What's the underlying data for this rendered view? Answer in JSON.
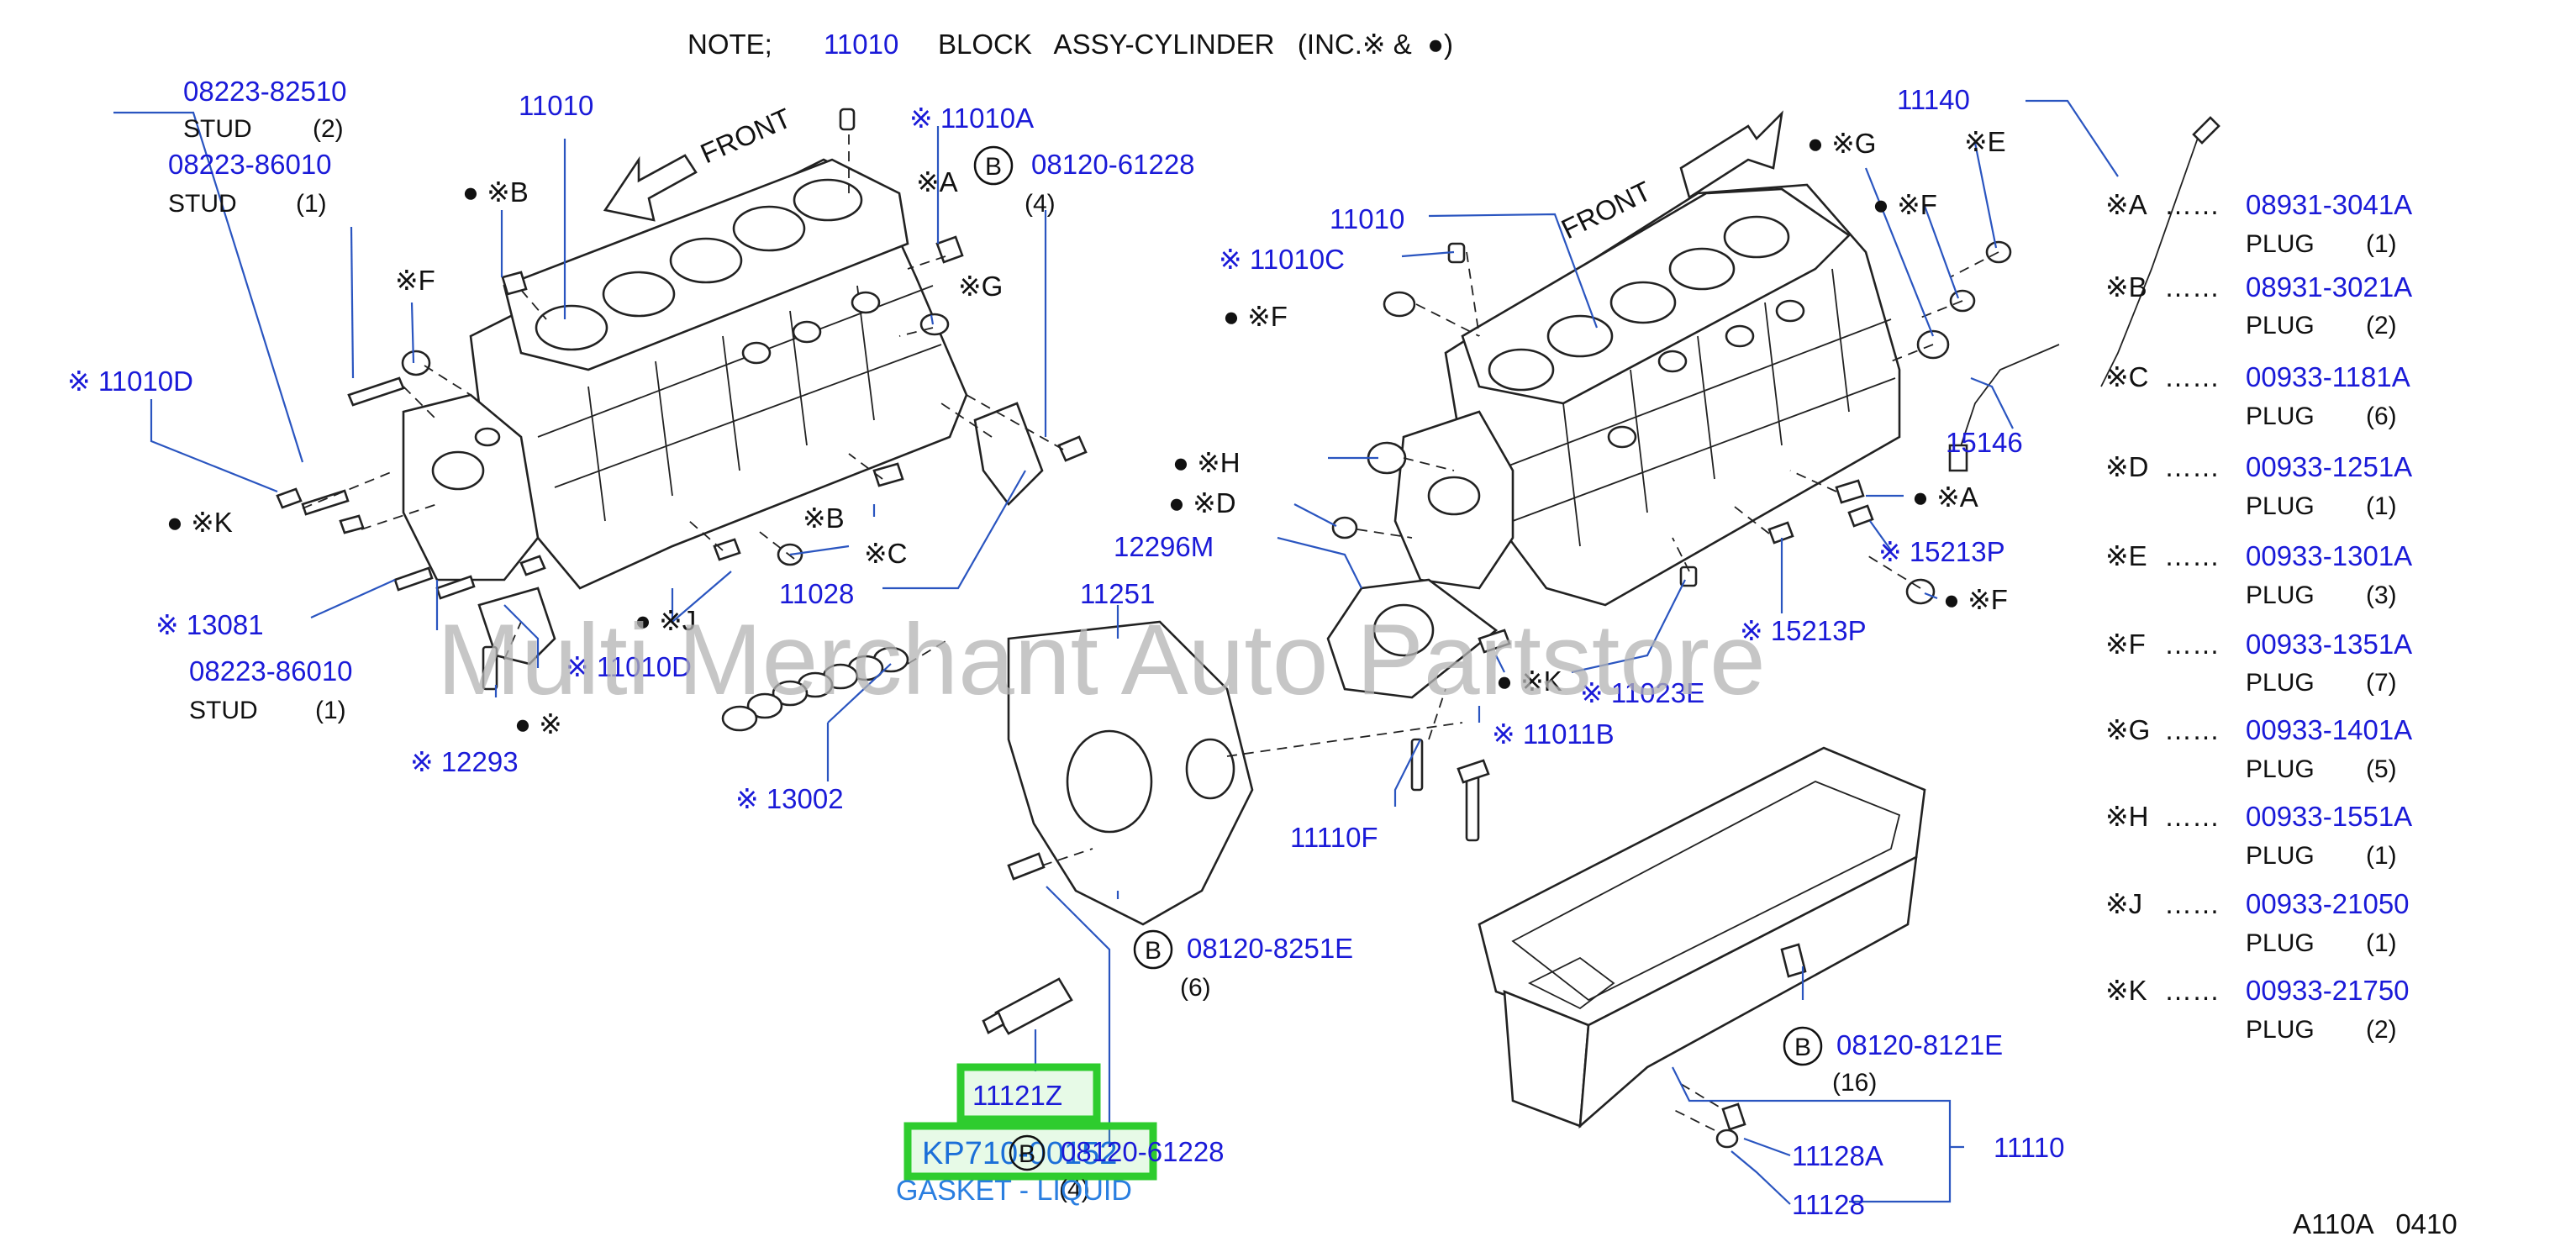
{
  "note": {
    "prefix": "NOTE;",
    "part": "11010",
    "desc": "BLOCK   ASSY-CYLINDER   (INC.※ &  ●)"
  },
  "front_labels": [
    "FRONT",
    "FRONT"
  ],
  "callouts": {
    "c1": "08223-82510",
    "c1s": "STUD",
    "c1q": "(2)",
    "c2": "08223-86010",
    "c2s": "STUD",
    "c2q": "(1)",
    "c3": "11010",
    "c4": "※ 11010A",
    "c5b": "B",
    "c5": "08120-61228",
    "c5q": "(4)",
    "c6": "● ※B",
    "c7": "※A",
    "c8": "※F",
    "c9": "※G",
    "c10": "※ 11010D",
    "c11": "● ※K",
    "c12": "※B",
    "c13": "※C",
    "c14": "11028",
    "c15": "※ 13081",
    "c16": "● ※J",
    "c17": "08223-86010",
    "c17s": "STUD",
    "c17q": "(1)",
    "c18": "※ 11010D",
    "c19": "● ※",
    "c20": "※ 12293",
    "c21": "※ 13002",
    "c22": "11251",
    "c23b": "B",
    "c23": "08120-8251E",
    "c23q": "(6)",
    "c24": "11121Z",
    "c25": "KP710-00152",
    "c25b": "B",
    "c25p": "08120-61228",
    "c25q": "(4)",
    "c25d": "GASKET - LIQUID",
    "c26": "11010",
    "c27": "※ 11010C",
    "c28": "● ※F",
    "c29": "● ※H",
    "c30": "● ※D",
    "c31": "12296M",
    "c32": "● ※G",
    "c33": "● ※F",
    "c34": "※E",
    "c35": "11140",
    "c36": "15146",
    "c37": "● ※A",
    "c38": "※ 15213P",
    "c39": "● ※F",
    "c40": "※ 15213P",
    "c41": "● ※K",
    "c42": "※ 11023E",
    "c43": "※ 11011B",
    "c44": "11110F",
    "c45b": "B",
    "c45": "08120-8121E",
    "c45q": "(16)",
    "c46": "11128A",
    "c47": "11110",
    "c48": "11128"
  },
  "legend": [
    {
      "key": "※A",
      "dots": "……",
      "part": "08931-3041A",
      "name": "PLUG",
      "qty": "(1)"
    },
    {
      "key": "※B",
      "dots": "……",
      "part": "08931-3021A",
      "name": "PLUG",
      "qty": "(2)"
    },
    {
      "key": "※C",
      "dots": "……",
      "part": "00933-1181A",
      "name": "PLUG",
      "qty": "(6)"
    },
    {
      "key": "※D",
      "dots": "……",
      "part": "00933-1251A",
      "name": "PLUG",
      "qty": "(1)"
    },
    {
      "key": "※E",
      "dots": "……",
      "part": "00933-1301A",
      "name": "PLUG",
      "qty": "(3)"
    },
    {
      "key": "※F",
      "dots": "……",
      "part": "00933-1351A",
      "name": "PLUG",
      "qty": "(7)"
    },
    {
      "key": "※G",
      "dots": "……",
      "part": "00933-1401A",
      "name": "PLUG",
      "qty": "(5)"
    },
    {
      "key": "※H",
      "dots": "……",
      "part": "00933-1551A",
      "name": "PLUG",
      "qty": "(1)"
    },
    {
      "key": "※J",
      "dots": "……",
      "part": "00933-21050",
      "name": "PLUG",
      "qty": "(1)"
    },
    {
      "key": "※K",
      "dots": "……",
      "part": "00933-21750",
      "name": "PLUG",
      "qty": "(2)"
    }
  ],
  "figure_code": "A110A   0410",
  "watermark": "Multi Merchant Auto Partstore",
  "colors": {
    "part_number": "#1a1ad8",
    "highlight": "#2ecc2e",
    "kp_text": "#1b6fd8"
  }
}
